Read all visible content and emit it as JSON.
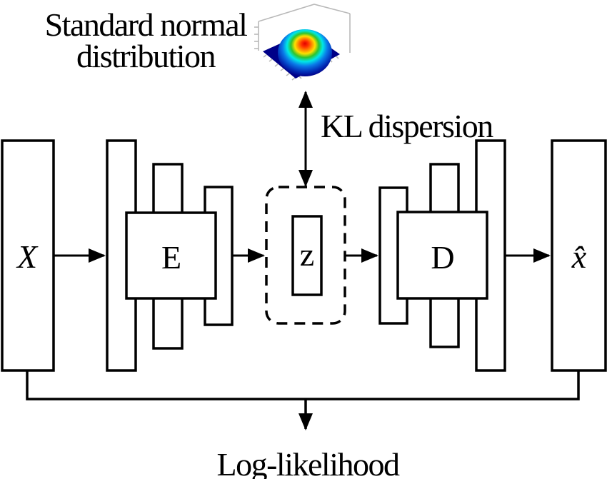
{
  "figure": {
    "title_line1": "Standard normal",
    "title_line2": "distribution",
    "kl_label": "KL dispersion",
    "loglik_label": "Log-likelihood",
    "nodes": {
      "input": "X",
      "encoder": "E",
      "latent": "z",
      "decoder": "D",
      "output": "x̂"
    },
    "plot": {
      "name": "standard-normal-3d-surface",
      "colors": {
        "line": "#000000",
        "surface_base": "#000088",
        "peak_scale": [
          "#e00000",
          "#ff8800",
          "#ffe000",
          "#2ec42e",
          "#00e8e8",
          "#0a7ae8",
          "#000088"
        ],
        "axis_gray": "#b9b9b9"
      }
    }
  }
}
